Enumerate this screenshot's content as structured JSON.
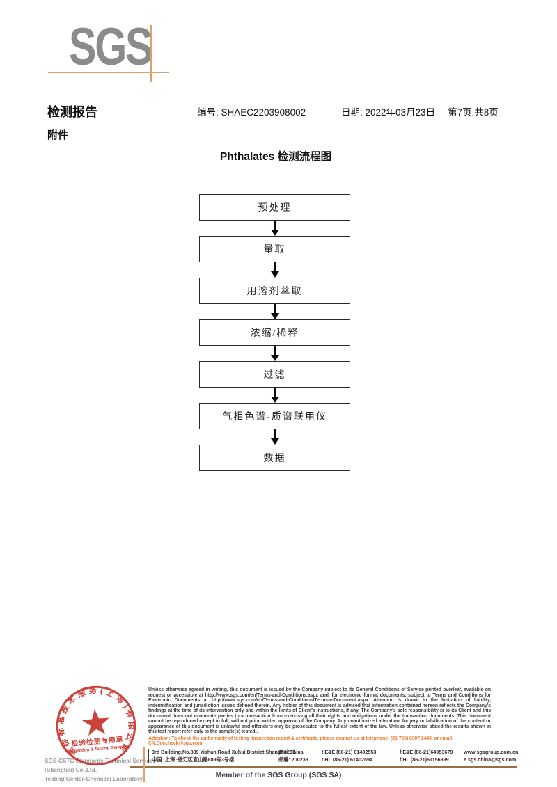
{
  "logo": {
    "text": "SGS"
  },
  "header": {
    "title": "检测报告",
    "report_no": "编号: SHAEC2203908002",
    "date": "日期: 2022年03月23日",
    "page": "第7页,共8页",
    "attachment": "附件"
  },
  "flowchart": {
    "title": "Phthalates 检测流程图",
    "steps": [
      "预处理",
      "量取",
      "用溶剂萃取",
      "浓缩/稀释",
      "过滤",
      "气相色谱-质谱联用仪",
      "数据"
    ]
  },
  "stamp": {
    "ring_text": "通标标准技术服务(上海)有限公司",
    "seal_line1": "检验检测专用章",
    "seal_line2": "Inspection & Testing Services",
    "company_en": "SGS-CSTC Standards Technical Services (Shanghai) Co.,Ltd.",
    "lab_en": "Testing Center-Chemical Laboratory.",
    "seal_color": "#c8342c"
  },
  "footer": {
    "disclaimer": "Unless otherwise agreed in writing, this document is issued by the Company subject to its General Conditions of Service printed overleaf, available on request or accessible at http://www.sgs.com/en/Terms-and-Conditions.aspx and, for electronic format documents, subject to Terms and Conditions for Electronic Documents at http://www.sgs.com/en/Terms-and-Conditions/Terms-e-Document.aspx. Attention is drawn to the limitation of liability, indemnification and jurisdiction issues defined therein. Any holder of this document is advised that information contained hereon reflects the Company's findings at the time of its intervention only and within the limits of Client's instructions, if any. The Company's sole responsibility is to its Client and this document does not exonerate parties to a transaction from exercising all their rights and obligations under the transaction documents. This document cannot be reproduced except in full, without prior written approval of the Company. Any unauthorized alteration, forgery or falsification of the content or appearance of this document is unlawful and offenders may be prosecuted to the fullest extent of the law. Unless otherwise stated the results shown in this test report refer only to the sample(s) tested .",
    "attention": "Attention: To check the authenticity of testing /inspection report & certificate, please contact us at telephone: (86-755) 8307 1443, or email: CN.Doccheck@sgs.com",
    "address_en": "3rd Building,No.889 Yishan Road Xuhui District,Shanghai China",
    "postal_en": "200233",
    "tel_en": "t E&E (86-21) 61402553",
    "fax_en": "f E&E (86-21)64953679",
    "website": "www.sgsgroup.com.cn",
    "address_cn": "中国 ·上海 ·徐汇区宜山路889号3号楼",
    "postal_cn": "邮编: 200233",
    "tel_cn": "t HL (86-21) 61402594",
    "fax_cn": "f HL (86-21)61156899",
    "email": "e sgs.china@sgs.com",
    "member_line": "Member of the SGS Group (SGS SA)",
    "accent_orange": "#dda169",
    "rule_brown": "#996e45"
  }
}
